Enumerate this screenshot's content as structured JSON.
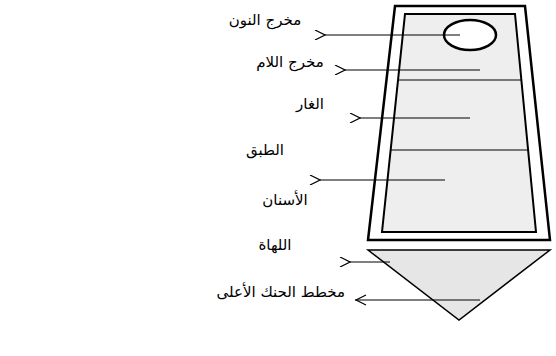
{
  "diagram": {
    "caption": "مخطط الحنك الأعلى",
    "labels": [
      "مخرج النون",
      "مخرج اللام",
      "الغار",
      "الطبق",
      "الأسنان",
      "اللهاة"
    ]
  }
}
